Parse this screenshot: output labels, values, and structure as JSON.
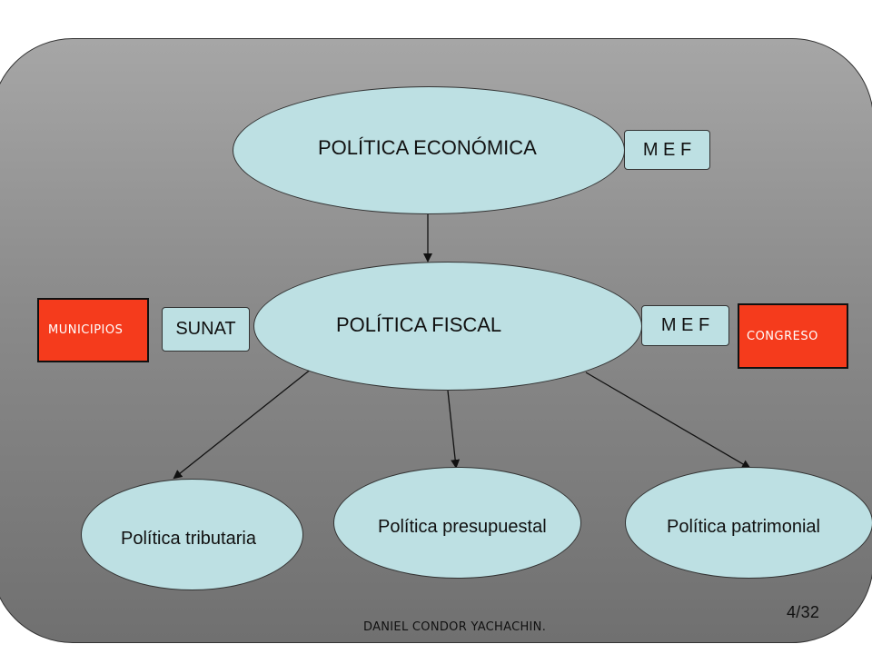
{
  "nodes": {
    "politica_economica": "POLÍTICA ECONÓMICA",
    "politica_fiscal": "POLÍTICA FISCAL",
    "politica_tributaria": "Política tributaria",
    "politica_presupuestal": "Política presupuestal",
    "politica_patrimonial": "Política patrimonial"
  },
  "labels": {
    "mef_top": "M E F",
    "mef_right": "M E F",
    "sunat": "SUNAT",
    "municipios": "MUNICIPIOS",
    "congreso": "CONGRESO"
  },
  "footer": {
    "author": "DANIEL CONDOR YACHACHIN.",
    "page_number": "4/32"
  },
  "colors": {
    "ellipse_fill": "#bde0e3",
    "red_box": "#f53b1c",
    "panel": "#8a8a8a"
  }
}
